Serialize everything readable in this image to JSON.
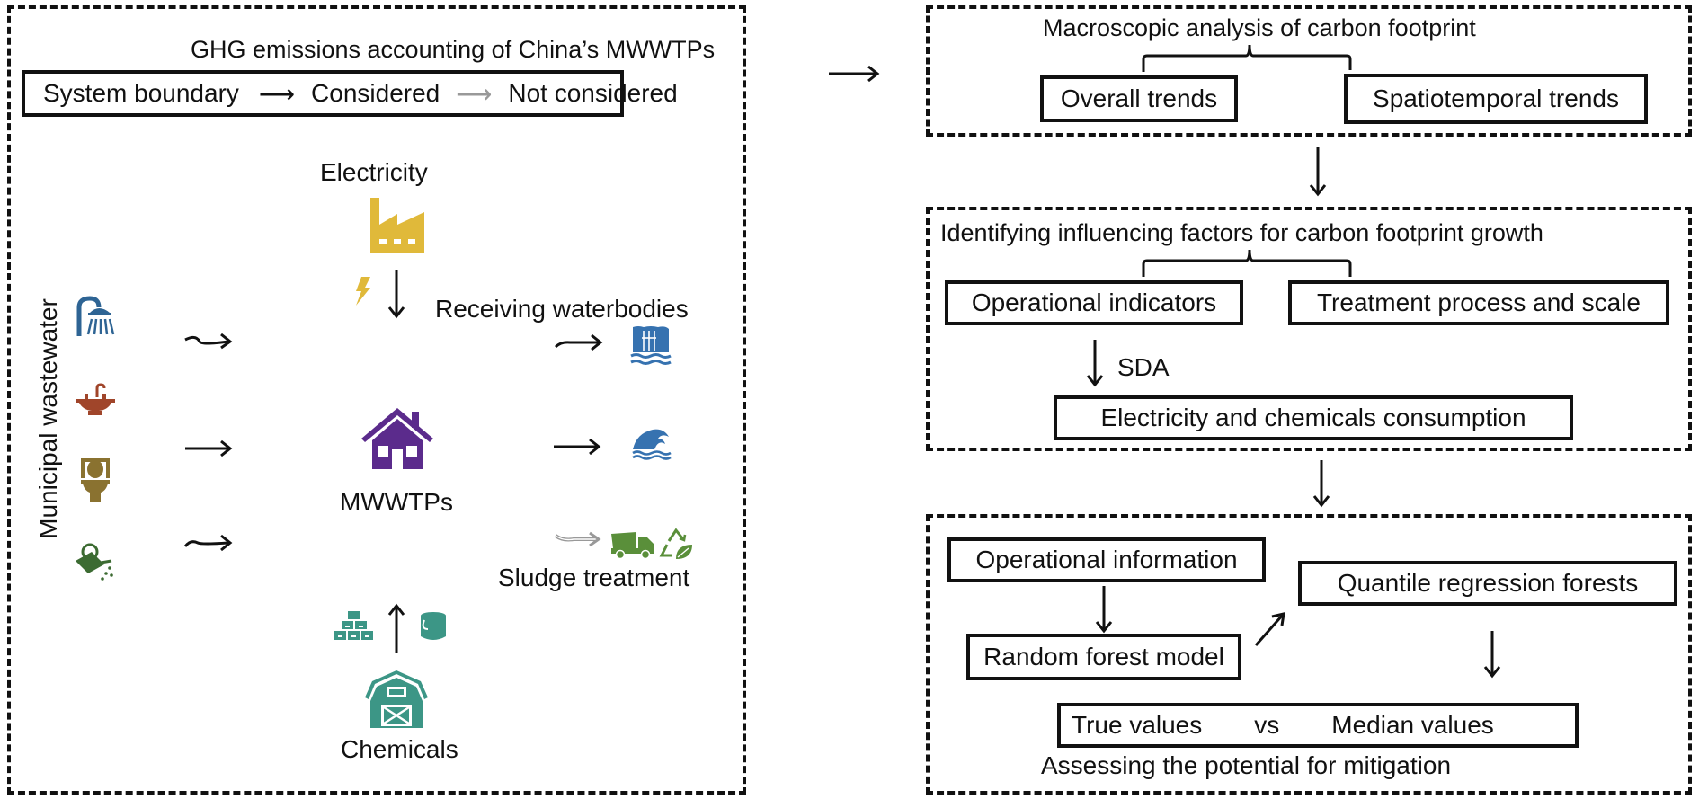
{
  "left_panel": {
    "title": "GHG emissions accounting of China’s MWWTPs",
    "legend": {
      "system_boundary": "System boundary",
      "considered": "Considered",
      "not_considered": "Not considered"
    },
    "source_label": "Municipal wastewater",
    "electricity_label": "Electricity",
    "receiving_label": "Receiving waterbodies",
    "plant_label": "MWWTPs",
    "sludge_label": "Sludge treatment",
    "chemicals_label": "Chemicals",
    "colors": {
      "shower": "#2e6494",
      "sink": "#a0452a",
      "toilet": "#8a7230",
      "watering_can": "#3c6b32",
      "factory": "#e0b93a",
      "house": "#5b2b8c",
      "water": "#3672b0",
      "sludge": "#5a8f3a",
      "chemicals": "#3c9686",
      "not_considered_arrow": "#999999"
    }
  },
  "right_panel": {
    "macro": {
      "title": "Macroscopic analysis of carbon footprint",
      "items": [
        "Overall trends",
        "Spatiotemporal trends"
      ]
    },
    "factors": {
      "title": "Identifying influencing factors for carbon footprint growth",
      "items": [
        "Operational indicators",
        "Treatment process and scale"
      ],
      "method": "SDA",
      "result": "Electricity and chemicals consumption"
    },
    "mitigation": {
      "operational_info": "Operational information",
      "rf_model": "Random forest model",
      "qrf": "Quantile regression forests",
      "true_values": "True values",
      "vs": "vs",
      "median_values": "Median values",
      "caption": "Assessing the potential for mitigation"
    }
  }
}
